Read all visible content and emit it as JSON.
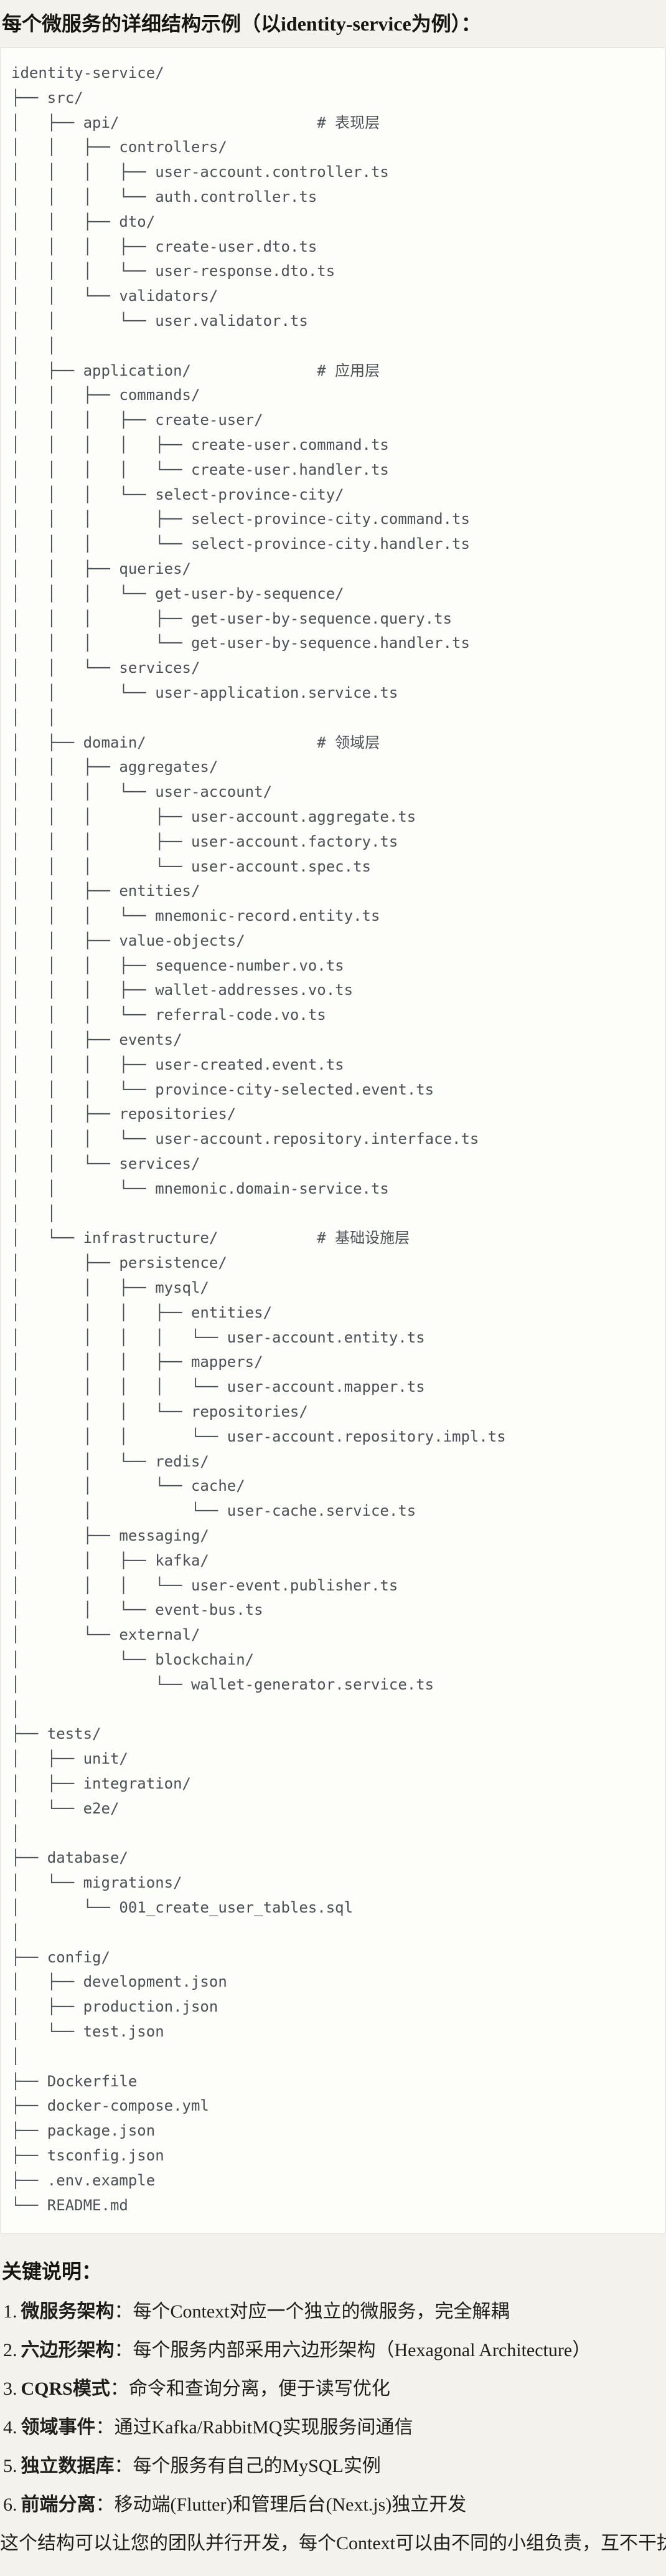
{
  "page": {
    "title": "每个微服务的详细结构示例（以identity-service为例）：",
    "section_heading": "关键说明：",
    "closing": "这个结构可以让您的团队并行开发，每个Context可以由不同的小组负责，互不干扰。"
  },
  "colors": {
    "page_bg": "#f4f2ec",
    "code_bg": "#fdfdfa",
    "code_border": "#e4e1d8",
    "code_text": "#4b5056",
    "body_text": "#1f1e1a",
    "title_text": "#161510"
  },
  "code": {
    "lines": [
      "identity-service/",
      "├── src/",
      "│   ├── api/                      # 表现层",
      "│   │   ├── controllers/",
      "│   │   │   ├── user-account.controller.ts",
      "│   │   │   └── auth.controller.ts",
      "│   │   ├── dto/",
      "│   │   │   ├── create-user.dto.ts",
      "│   │   │   └── user-response.dto.ts",
      "│   │   └── validators/",
      "│   │       └── user.validator.ts",
      "│   │",
      "│   ├── application/              # 应用层",
      "│   │   ├── commands/",
      "│   │   │   ├── create-user/",
      "│   │   │   │   ├── create-user.command.ts",
      "│   │   │   │   └── create-user.handler.ts",
      "│   │   │   └── select-province-city/",
      "│   │   │       ├── select-province-city.command.ts",
      "│   │   │       └── select-province-city.handler.ts",
      "│   │   ├── queries/",
      "│   │   │   └── get-user-by-sequence/",
      "│   │   │       ├── get-user-by-sequence.query.ts",
      "│   │   │       └── get-user-by-sequence.handler.ts",
      "│   │   └── services/",
      "│   │       └── user-application.service.ts",
      "│   │",
      "│   ├── domain/                   # 领域层",
      "│   │   ├── aggregates/",
      "│   │   │   └── user-account/",
      "│   │   │       ├── user-account.aggregate.ts",
      "│   │   │       ├── user-account.factory.ts",
      "│   │   │       └── user-account.spec.ts",
      "│   │   ├── entities/",
      "│   │   │   └── mnemonic-record.entity.ts",
      "│   │   ├── value-objects/",
      "│   │   │   ├── sequence-number.vo.ts",
      "│   │   │   ├── wallet-addresses.vo.ts",
      "│   │   │   └── referral-code.vo.ts",
      "│   │   ├── events/",
      "│   │   │   ├── user-created.event.ts",
      "│   │   │   └── province-city-selected.event.ts",
      "│   │   ├── repositories/",
      "│   │   │   └── user-account.repository.interface.ts",
      "│   │   └── services/",
      "│   │       └── mnemonic.domain-service.ts",
      "│   │",
      "│   └── infrastructure/           # 基础设施层",
      "│       ├── persistence/",
      "│       │   ├── mysql/",
      "│       │   │   ├── entities/",
      "│       │   │   │   └── user-account.entity.ts",
      "│       │   │   ├── mappers/",
      "│       │   │   │   └── user-account.mapper.ts",
      "│       │   │   └── repositories/",
      "│       │   │       └── user-account.repository.impl.ts",
      "│       │   └── redis/",
      "│       │       └── cache/",
      "│       │           └── user-cache.service.ts",
      "│       ├── messaging/",
      "│       │   ├── kafka/",
      "│       │   │   └── user-event.publisher.ts",
      "│       │   └── event-bus.ts",
      "│       └── external/",
      "│           └── blockchain/",
      "│               └── wallet-generator.service.ts",
      "│",
      "├── tests/",
      "│   ├── unit/",
      "│   ├── integration/",
      "│   └── e2e/",
      "│",
      "├── database/",
      "│   └── migrations/",
      "│       └── 001_create_user_tables.sql",
      "│",
      "├── config/",
      "│   ├── development.json",
      "│   ├── production.json",
      "│   └── test.json",
      "│",
      "├── Dockerfile",
      "├── docker-compose.yml",
      "├── package.json",
      "├── tsconfig.json",
      "├── .env.example",
      "└── README.md"
    ]
  },
  "key_points": [
    {
      "num": "1.",
      "term": "微服务架构",
      "desc": "：每个Context对应一个独立的微服务，完全解耦"
    },
    {
      "num": "2.",
      "term": "六边形架构",
      "desc": "：每个服务内部采用六边形架构（Hexagonal Architecture）"
    },
    {
      "num": "3.",
      "term": "CQRS模式",
      "desc": "：命令和查询分离，便于读写优化"
    },
    {
      "num": "4.",
      "term": "领域事件",
      "desc": "：通过Kafka/RabbitMQ实现服务间通信"
    },
    {
      "num": "5.",
      "term": "独立数据库",
      "desc": "：每个服务有自己的MySQL实例"
    },
    {
      "num": "6.",
      "term": "前端分离",
      "desc": "：移动端(Flutter)和管理后台(Next.js)独立开发"
    }
  ]
}
